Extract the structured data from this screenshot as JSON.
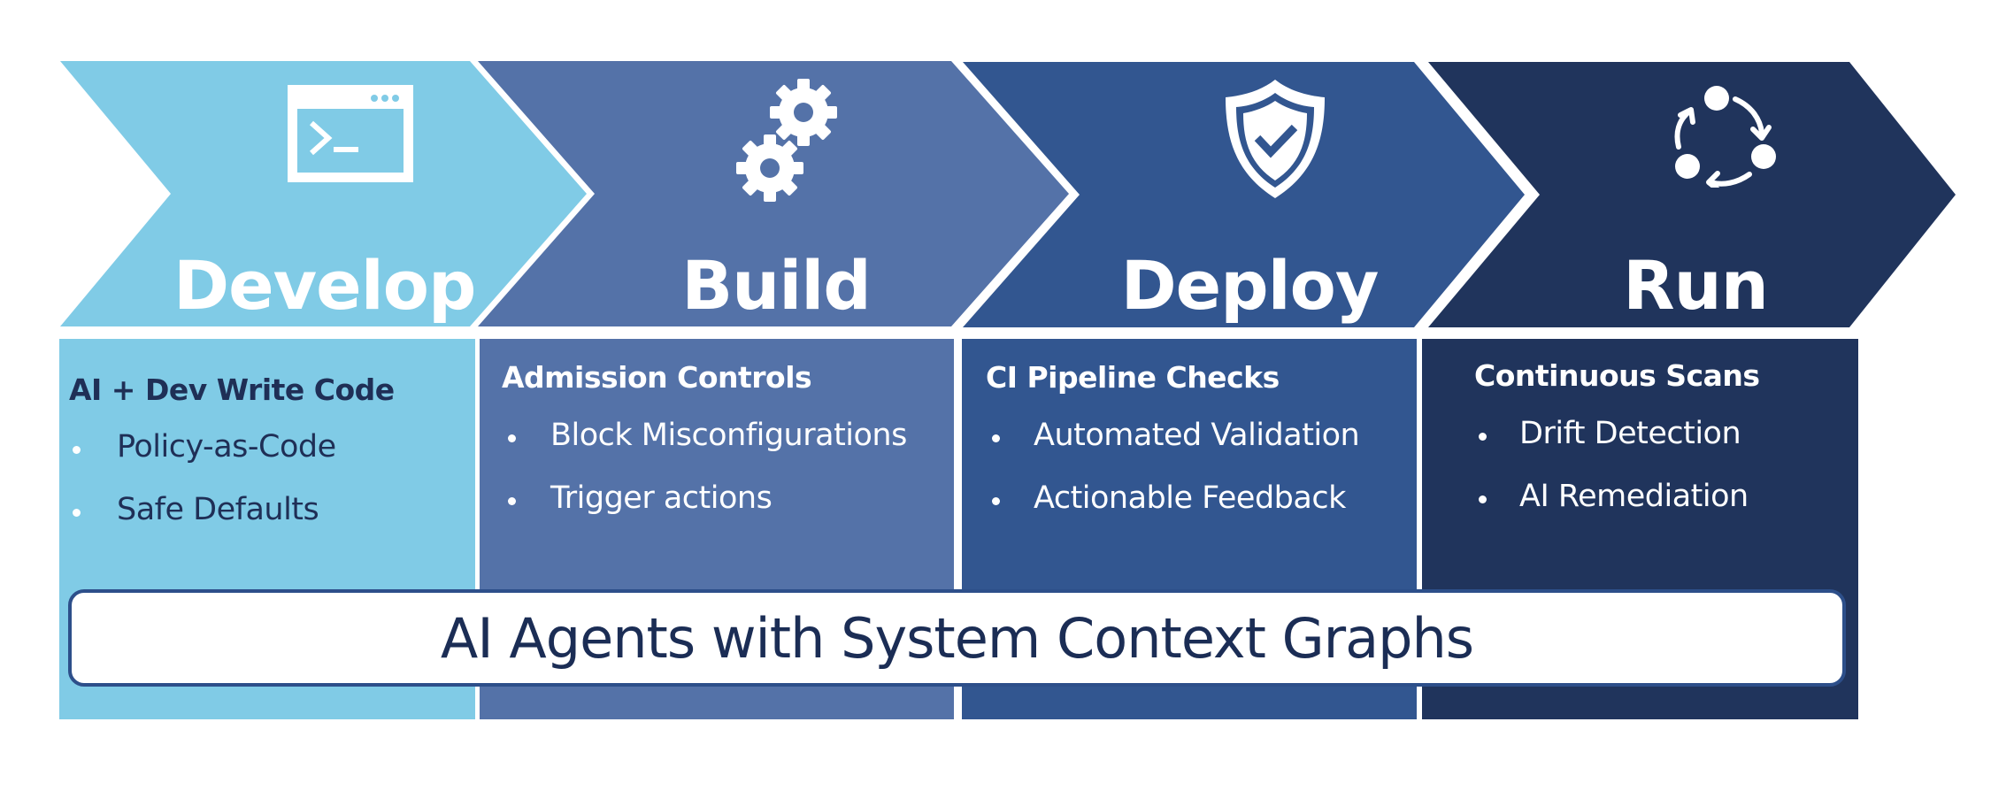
{
  "diagram": {
    "type": "devsecops-pipeline",
    "colors": {
      "develop": "#80cbe6",
      "build": "#5472a8",
      "deploy": "#325690",
      "run": "#20345c",
      "dark_text": "#1f2f56",
      "light_text": "#ffffff",
      "banner_border": "#2d4f8a"
    },
    "stages": [
      {
        "id": "develop",
        "title": "Develop",
        "icon": "terminal-window-icon",
        "heading": "AI + Dev Write Code",
        "bullets": [
          "Policy-as-Code",
          "Safe Defaults"
        ]
      },
      {
        "id": "build",
        "title": "Build",
        "icon": "gears-icon",
        "heading": "Admission Controls",
        "bullets": [
          "Block Misconfigurations",
          "Trigger actions"
        ]
      },
      {
        "id": "deploy",
        "title": "Deploy",
        "icon": "shield-check-icon",
        "heading": "CI Pipeline Checks",
        "bullets": [
          "Automated Validation",
          "Actionable Feedback"
        ]
      },
      {
        "id": "run",
        "title": "Run",
        "icon": "cycle-icon",
        "heading": "Continuous Scans",
        "bullets": [
          "Drift Detection",
          "AI Remediation"
        ]
      }
    ],
    "banner": {
      "text": "AI Agents with System Context Graphs"
    }
  }
}
